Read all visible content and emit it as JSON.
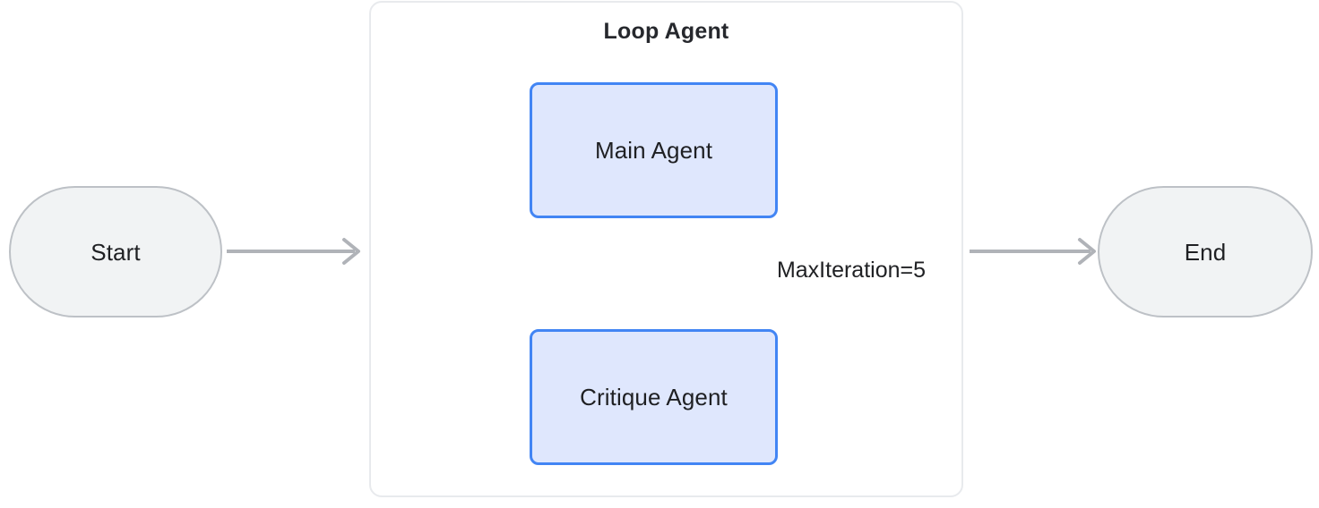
{
  "diagram": {
    "title": "Loop Agent",
    "type": "flowchart",
    "colors": {
      "canvas_background": "#ffffff",
      "terminal_fill": "#f1f3f4",
      "terminal_border": "#bdc1c6",
      "agent_fill": "#dfe7fd",
      "agent_border": "#4285f4",
      "container_border": "#e8eaed",
      "edge_stroke": "#b0b3b8",
      "text": "#1f2023"
    },
    "nodes": [
      {
        "id": "start",
        "label": "Start",
        "shape": "stadium"
      },
      {
        "id": "main_agent",
        "label": "Main Agent",
        "shape": "rounded-rect"
      },
      {
        "id": "critique_agent",
        "label": "Critique Agent",
        "shape": "rounded-rect"
      },
      {
        "id": "end",
        "label": "End",
        "shape": "stadium"
      }
    ],
    "container": {
      "id": "loop_agent",
      "label": "Loop Agent",
      "contains": [
        "main_agent",
        "critique_agent"
      ]
    },
    "edges": [
      {
        "from": "start",
        "to": "loop_agent",
        "label": "",
        "direction": "right"
      },
      {
        "from": "main_agent",
        "to": "critique_agent",
        "label": "",
        "direction": "down"
      },
      {
        "from": "critique_agent",
        "to": "main_agent",
        "label": "MaxIteration=5",
        "direction": "loop-back"
      },
      {
        "from": "loop_agent",
        "to": "end",
        "label": "",
        "direction": "right"
      }
    ],
    "labels": {
      "max_iteration": "MaxIteration=5"
    }
  }
}
